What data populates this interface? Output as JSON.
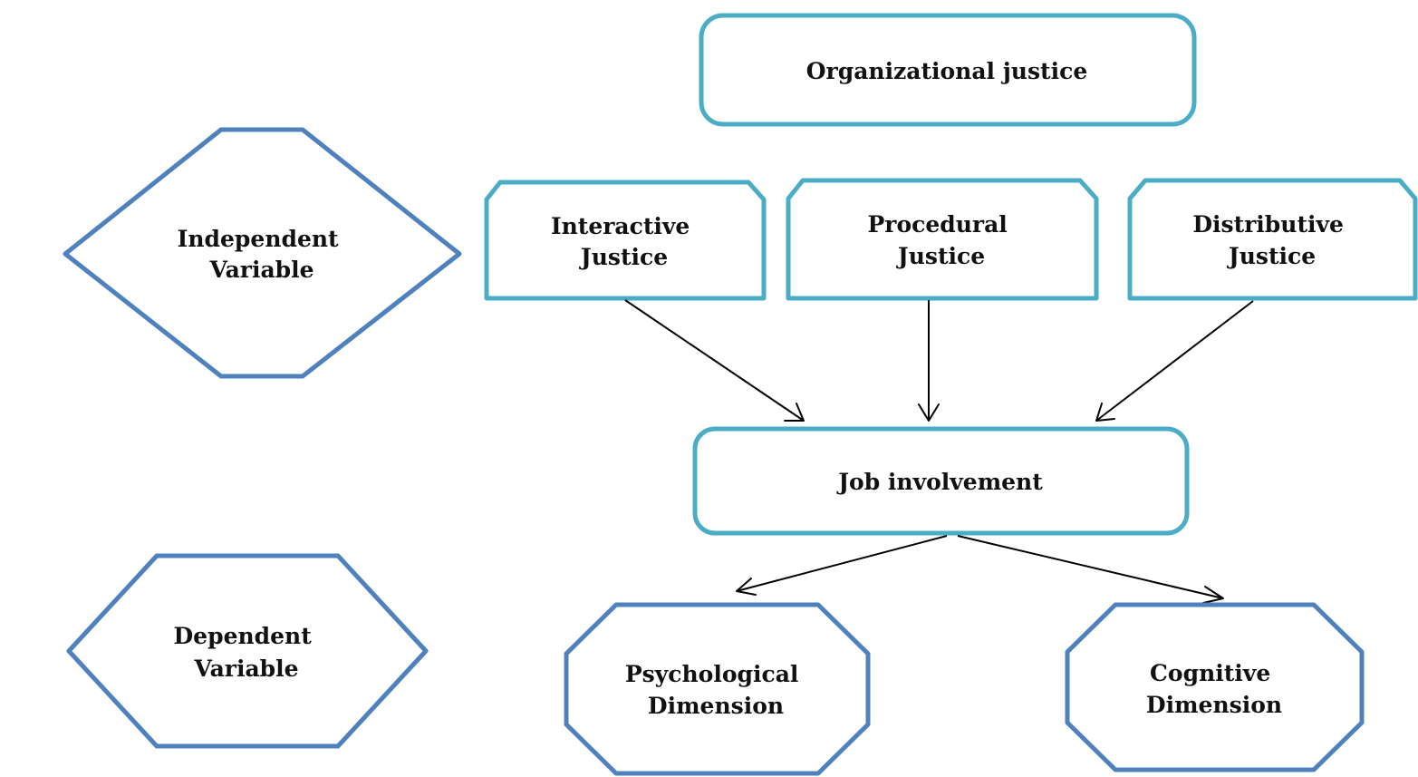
{
  "colors": {
    "teal_border": "#4BACC6",
    "blue_border": "#4F81BD",
    "text": "#111111",
    "arrow": "#000000"
  },
  "nodes": {
    "organizational_justice": {
      "lines": [
        "Organizational justice"
      ],
      "shape": "rounded-rectangle"
    },
    "independent_variable": {
      "lines": [
        "Independent",
        "Variable"
      ],
      "shape": "hexagon"
    },
    "dependent_variable": {
      "lines": [
        "Dependent",
        "Variable"
      ],
      "shape": "hexagon"
    },
    "interactive_justice": {
      "lines": [
        "Interactive",
        "Justice"
      ],
      "shape": "snipped-rectangle"
    },
    "procedural_justice": {
      "lines": [
        "Procedural",
        "Justice"
      ],
      "shape": "snipped-rectangle"
    },
    "distributive_justice": {
      "lines": [
        "Distributive",
        "Justice"
      ],
      "shape": "snipped-rectangle"
    },
    "job_involvement": {
      "lines": [
        "Job involvement"
      ],
      "shape": "rounded-rectangle"
    },
    "psychological_dimension": {
      "lines": [
        "Psychological",
        "Dimension"
      ],
      "shape": "octagon"
    },
    "cognitive_dimension": {
      "lines": [
        "Cognitive",
        "Dimension"
      ],
      "shape": "octagon"
    }
  },
  "edges": [
    {
      "from": "interactive_justice",
      "to": "job_involvement"
    },
    {
      "from": "procedural_justice",
      "to": "job_involvement"
    },
    {
      "from": "distributive_justice",
      "to": "job_involvement"
    },
    {
      "from": "job_involvement",
      "to": "psychological_dimension"
    },
    {
      "from": "job_involvement",
      "to": "cognitive_dimension"
    }
  ]
}
